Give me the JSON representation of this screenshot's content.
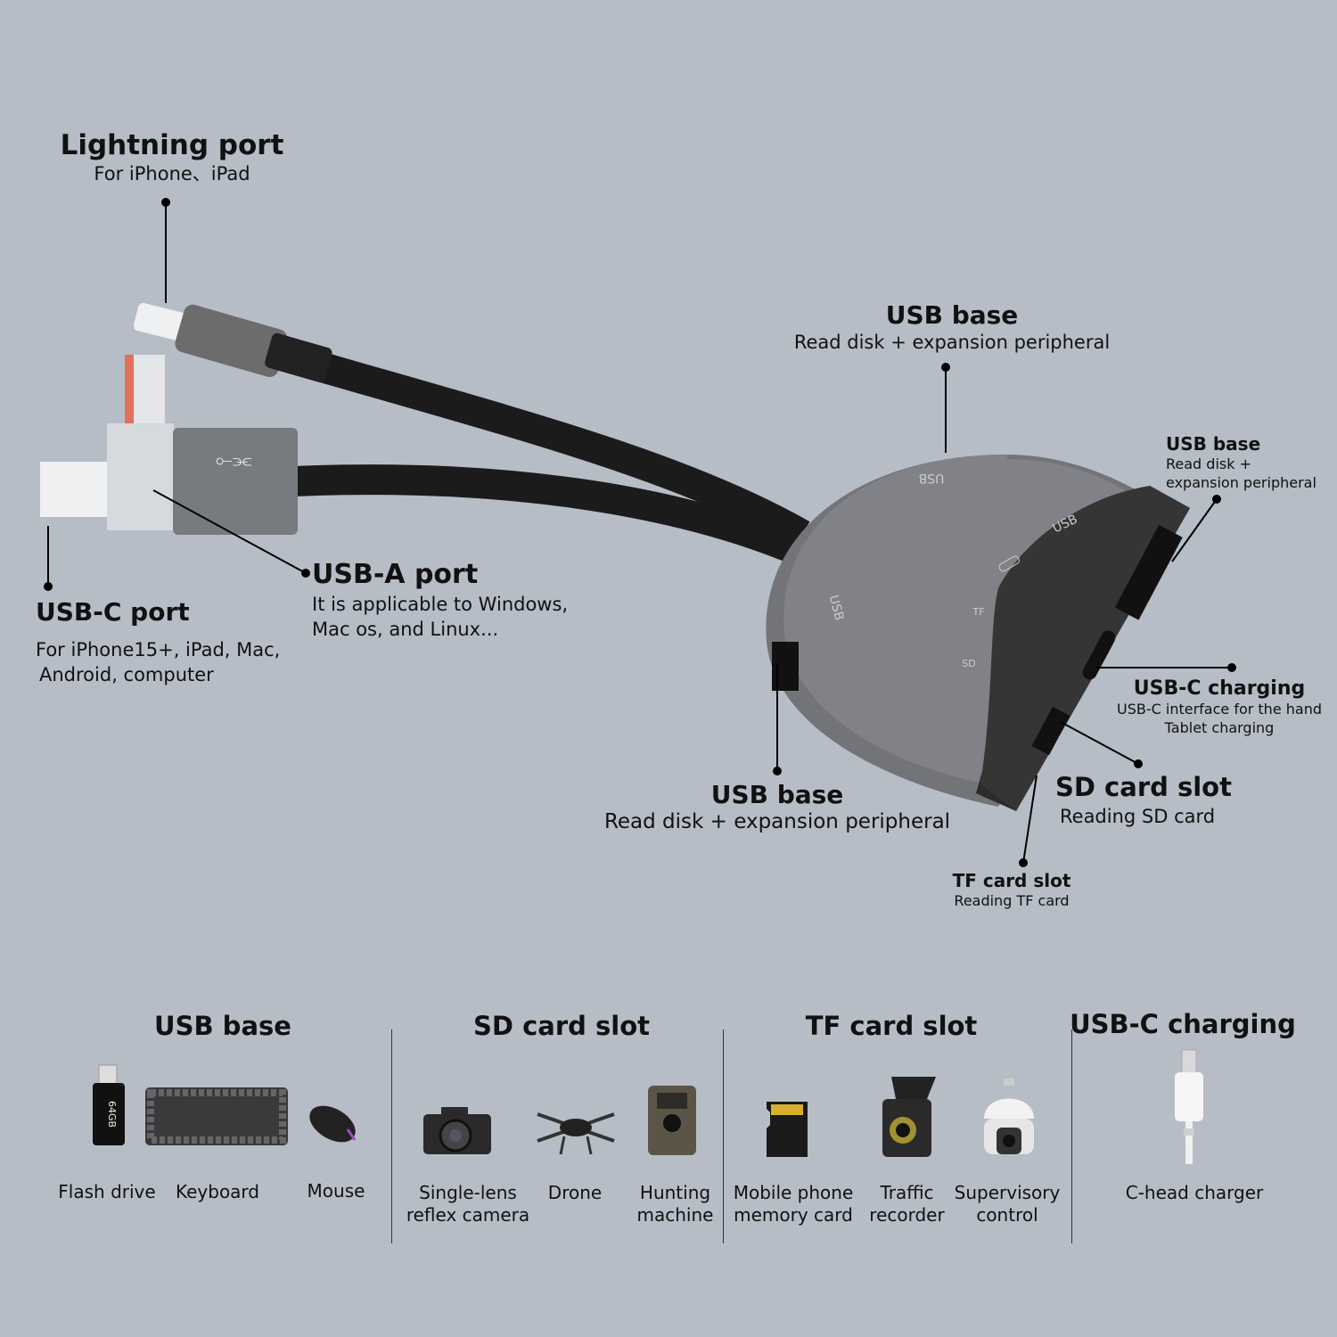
{
  "callouts": {
    "lightning": {
      "title": "Lightning port",
      "desc": "For iPhone、iPad"
    },
    "usb_c_port": {
      "title": "USB-C port",
      "desc_lines": [
        "For iPhone15+, iPad, Mac,",
        "Android, computer"
      ]
    },
    "usb_a_port": {
      "title": "USB-A port",
      "desc_lines": [
        "It is applicable to Windows,",
        "Mac os, and Linux..."
      ]
    },
    "usb_base_top": {
      "title": "USB base",
      "desc": "Read disk + expansion peripheral"
    },
    "usb_base_right": {
      "title": "USB base",
      "desc_lines": [
        "Read disk +",
        "expansion peripheral"
      ]
    },
    "usb_c_charging": {
      "title": "USB-C charging",
      "desc_lines": [
        "USB-C interface for the hand",
        "Tablet charging"
      ]
    },
    "sd_card_slot": {
      "title": "SD card slot",
      "desc": "Reading SD card"
    },
    "usb_base_bottom": {
      "title": "USB base",
      "desc": "Read disk + expansion peripheral"
    },
    "tf_card_slot": {
      "title": "TF card slot",
      "desc": "Reading TF card"
    }
  },
  "device_labels": {
    "usb1": "USB",
    "usb2": "USB",
    "usb3": "USB",
    "tf": "TF",
    "sd": "SD",
    "flash": "64GB"
  },
  "categories": [
    {
      "title": "USB base",
      "items": [
        {
          "label": "Flash drive"
        },
        {
          "label": "Keyboard"
        },
        {
          "label": "Mouse"
        }
      ]
    },
    {
      "title": "SD card slot",
      "items": [
        {
          "label_lines": [
            "Single-lens",
            "reflex camera"
          ]
        },
        {
          "label": "Drone"
        },
        {
          "label_lines": [
            "Hunting",
            "machine"
          ]
        }
      ]
    },
    {
      "title": "TF card slot",
      "items": [
        {
          "label_lines": [
            "Mobile phone",
            "memory card"
          ]
        },
        {
          "label_lines": [
            "Traffic",
            "recorder"
          ]
        },
        {
          "label_lines": [
            "Supervisory",
            "control"
          ]
        }
      ]
    },
    {
      "title": "USB-C charging",
      "items": [
        {
          "label": "C-head charger"
        }
      ]
    }
  ],
  "colors": {
    "background": "#b6bdc6",
    "accent": "#e0705a"
  }
}
